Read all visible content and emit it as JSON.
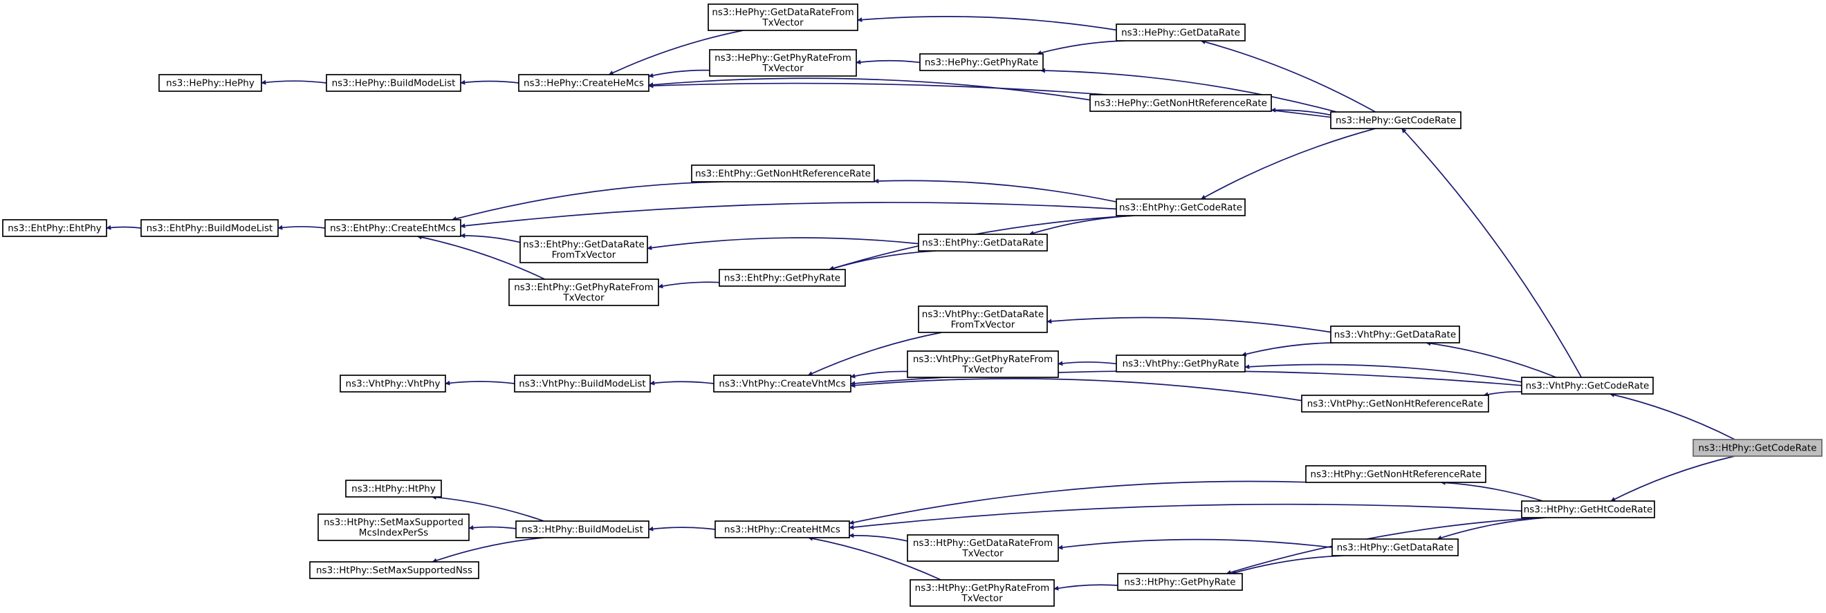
{
  "graph": {
    "type": "call-graph",
    "direction": "right-to-left",
    "colors": {
      "edge": "#191970",
      "node_border": "#000000",
      "focus_fill": "#bfbfbf"
    },
    "focus_node": "htphy_getcoderate",
    "nodes": {
      "hephy_getdataratefrom": [
        "ns3::HePhy::GetDataRateFrom",
        "TxVector"
      ],
      "hephy_getdatarate": [
        "ns3::HePhy::GetDataRate"
      ],
      "hephy_getphyratefrom": [
        "ns3::HePhy::GetPhyRateFrom",
        "TxVector"
      ],
      "hephy_getphyrate": [
        "ns3::HePhy::GetPhyRate"
      ],
      "hephy_hephy": [
        "ns3::HePhy::HePhy"
      ],
      "hephy_buildmodelist": [
        "ns3::HePhy::BuildModeList"
      ],
      "hephy_createhemcs": [
        "ns3::HePhy::CreateHeMcs"
      ],
      "hephy_getnonht": [
        "ns3::HePhy::GetNonHtReferenceRate"
      ],
      "hephy_getcoderate": [
        "ns3::HePhy::GetCodeRate"
      ],
      "ehtphy_getnonht": [
        "ns3::EhtPhy::GetNonHtReferenceRate"
      ],
      "ehtphy_getcoderate": [
        "ns3::EhtPhy::GetCodeRate"
      ],
      "ehtphy_ehtphy": [
        "ns3::EhtPhy::EhtPhy"
      ],
      "ehtphy_buildmodelist": [
        "ns3::EhtPhy::BuildModeList"
      ],
      "ehtphy_createehtmcs": [
        "ns3::EhtPhy::CreateEhtMcs"
      ],
      "ehtphy_getdataratefrom": [
        "ns3::EhtPhy::GetDataRate",
        "FromTxVector"
      ],
      "ehtphy_getdatarate": [
        "ns3::EhtPhy::GetDataRate"
      ],
      "ehtphy_getphyratefrom": [
        "ns3::EhtPhy::GetPhyRateFrom",
        "TxVector"
      ],
      "ehtphy_getphyrate": [
        "ns3::EhtPhy::GetPhyRate"
      ],
      "vhtphy_getdataratefrom": [
        "ns3::VhtPhy::GetDataRate",
        "FromTxVector"
      ],
      "vhtphy_getdatarate": [
        "ns3::VhtPhy::GetDataRate"
      ],
      "vhtphy_getphyratefrom": [
        "ns3::VhtPhy::GetPhyRateFrom",
        "TxVector"
      ],
      "vhtphy_getphyrate": [
        "ns3::VhtPhy::GetPhyRate"
      ],
      "vhtphy_vhtphy": [
        "ns3::VhtPhy::VhtPhy"
      ],
      "vhtphy_buildmodelist": [
        "ns3::VhtPhy::BuildModeList"
      ],
      "vhtphy_createvhtmcs": [
        "ns3::VhtPhy::CreateVhtMcs"
      ],
      "vhtphy_getnonht": [
        "ns3::VhtPhy::GetNonHtReferenceRate"
      ],
      "vhtphy_getcoderate": [
        "ns3::VhtPhy::GetCodeRate"
      ],
      "htphy_getcoderate": [
        "ns3::HtPhy::GetCodeRate"
      ],
      "htphy_getnonht": [
        "ns3::HtPhy::GetNonHtReferenceRate"
      ],
      "htphy_htphy": [
        "ns3::HtPhy::HtPhy"
      ],
      "htphy_setmaxmcs": [
        "ns3::HtPhy::SetMaxSupported",
        "McsIndexPerSs"
      ],
      "htphy_setmaxnss": [
        "ns3::HtPhy::SetMaxSupportedNss"
      ],
      "htphy_buildmodelist": [
        "ns3::HtPhy::BuildModeList"
      ],
      "htphy_createhtmcs": [
        "ns3::HtPhy::CreateHtMcs"
      ],
      "htphy_gethtcoderate": [
        "ns3::HtPhy::GetHtCodeRate"
      ],
      "htphy_getdataratefrom": [
        "ns3::HtPhy::GetDataRateFrom",
        "TxVector"
      ],
      "htphy_getdatarate": [
        "ns3::HtPhy::GetDataRate"
      ],
      "htphy_getphyratefrom": [
        "ns3::HtPhy::GetPhyRateFrom",
        "TxVector"
      ],
      "htphy_getphyrate": [
        "ns3::HtPhy::GetPhyRate"
      ]
    },
    "edges": [
      [
        "hephy_hephy",
        "hephy_buildmodelist"
      ],
      [
        "hephy_buildmodelist",
        "hephy_createhemcs"
      ],
      [
        "hephy_createhemcs",
        "hephy_getdataratefrom"
      ],
      [
        "hephy_createhemcs",
        "hephy_getphyratefrom"
      ],
      [
        "hephy_createhemcs",
        "hephy_getnonht"
      ],
      [
        "hephy_createhemcs",
        "hephy_getcoderate"
      ],
      [
        "hephy_getdataratefrom",
        "hephy_getdatarate"
      ],
      [
        "hephy_getphyratefrom",
        "hephy_getphyrate"
      ],
      [
        "hephy_getphyrate",
        "hephy_getdatarate"
      ],
      [
        "hephy_getphyrate",
        "hephy_getcoderate"
      ],
      [
        "hephy_getdatarate",
        "hephy_getcoderate"
      ],
      [
        "hephy_getnonht",
        "hephy_getcoderate"
      ],
      [
        "ehtphy_ehtphy",
        "ehtphy_buildmodelist"
      ],
      [
        "ehtphy_buildmodelist",
        "ehtphy_createehtmcs"
      ],
      [
        "ehtphy_createehtmcs",
        "ehtphy_getnonht"
      ],
      [
        "ehtphy_createehtmcs",
        "ehtphy_getcoderate"
      ],
      [
        "ehtphy_createehtmcs",
        "ehtphy_getdataratefrom"
      ],
      [
        "ehtphy_createehtmcs",
        "ehtphy_getphyratefrom"
      ],
      [
        "ehtphy_getnonht",
        "ehtphy_getcoderate"
      ],
      [
        "ehtphy_getdataratefrom",
        "ehtphy_getdatarate"
      ],
      [
        "ehtphy_getphyratefrom",
        "ehtphy_getphyrate"
      ],
      [
        "ehtphy_getphyrate",
        "ehtphy_getdatarate"
      ],
      [
        "ehtphy_getphyrate",
        "ehtphy_getcoderate"
      ],
      [
        "ehtphy_getdatarate",
        "ehtphy_getcoderate"
      ],
      [
        "ehtphy_getcoderate",
        "hephy_getcoderate"
      ],
      [
        "hephy_getcoderate",
        "vhtphy_getcoderate"
      ],
      [
        "vhtphy_vhtphy",
        "vhtphy_buildmodelist"
      ],
      [
        "vhtphy_buildmodelist",
        "vhtphy_createvhtmcs"
      ],
      [
        "vhtphy_createvhtmcs",
        "vhtphy_getdataratefrom"
      ],
      [
        "vhtphy_createvhtmcs",
        "vhtphy_getphyratefrom"
      ],
      [
        "vhtphy_createvhtmcs",
        "vhtphy_getnonht"
      ],
      [
        "vhtphy_createvhtmcs",
        "vhtphy_getcoderate"
      ],
      [
        "vhtphy_getdataratefrom",
        "vhtphy_getdatarate"
      ],
      [
        "vhtphy_getphyratefrom",
        "vhtphy_getphyrate"
      ],
      [
        "vhtphy_getphyrate",
        "vhtphy_getdatarate"
      ],
      [
        "vhtphy_getphyrate",
        "vhtphy_getcoderate"
      ],
      [
        "vhtphy_getdatarate",
        "vhtphy_getcoderate"
      ],
      [
        "vhtphy_getnonht",
        "vhtphy_getcoderate"
      ],
      [
        "vhtphy_getcoderate",
        "htphy_getcoderate"
      ],
      [
        "htphy_htphy",
        "htphy_buildmodelist"
      ],
      [
        "htphy_setmaxmcs",
        "htphy_buildmodelist"
      ],
      [
        "htphy_setmaxnss",
        "htphy_buildmodelist"
      ],
      [
        "htphy_buildmodelist",
        "htphy_createhtmcs"
      ],
      [
        "htphy_createhtmcs",
        "htphy_getnonht"
      ],
      [
        "htphy_createhtmcs",
        "htphy_gethtcoderate"
      ],
      [
        "htphy_createhtmcs",
        "htphy_getdataratefrom"
      ],
      [
        "htphy_createhtmcs",
        "htphy_getphyratefrom"
      ],
      [
        "htphy_getnonht",
        "htphy_gethtcoderate"
      ],
      [
        "htphy_getdataratefrom",
        "htphy_getdatarate"
      ],
      [
        "htphy_getphyratefrom",
        "htphy_getphyrate"
      ],
      [
        "htphy_getphyrate",
        "htphy_getdatarate"
      ],
      [
        "htphy_getphyrate",
        "htphy_gethtcoderate"
      ],
      [
        "htphy_getdatarate",
        "htphy_gethtcoderate"
      ],
      [
        "htphy_gethtcoderate",
        "htphy_getcoderate"
      ]
    ]
  }
}
